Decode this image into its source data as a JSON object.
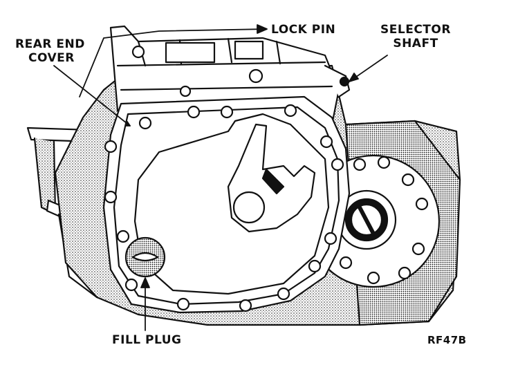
{
  "labels": {
    "rear_end_cover": [
      "REAR END",
      "COVER"
    ],
    "lock_pin": "LOCK PIN",
    "selector_shaft": [
      "SELECTOR",
      "SHAFT"
    ],
    "fill_plug": "FILL PLUG",
    "figure_code": "RF47B"
  },
  "colors": {
    "ink": "#111111",
    "paper": "#ffffff",
    "shade": "#9a9a9a"
  }
}
